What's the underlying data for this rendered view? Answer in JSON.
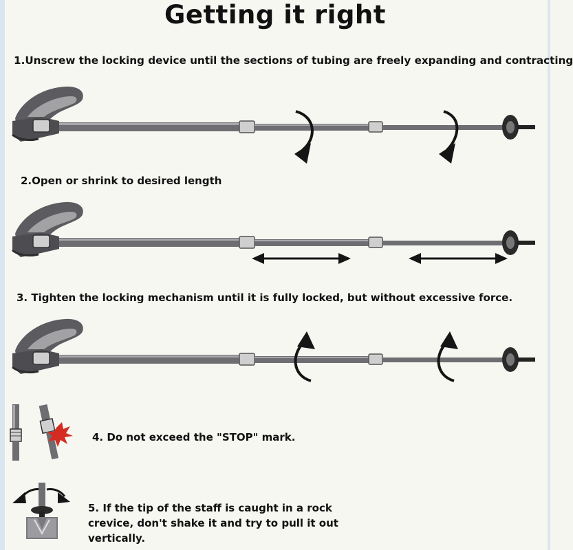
{
  "title": "Getting it right",
  "steps": [
    {
      "text": "1.Unscrew the locking device until the sections of tubing are freely expanding and contracting"
    },
    {
      "text": "2.Open or shrink to desired length"
    },
    {
      "text": "3. Tighten the locking mechanism until it is fully locked, but without excessive force."
    },
    {
      "text": "4. Do not exceed the \"STOP\" mark."
    },
    {
      "text": "5. If the tip of the staff is caught in a rock crevice, don't shake it and try to pull it out vertically."
    }
  ],
  "colors": {
    "background": "#f7f7f2",
    "pole": "#6e6e72",
    "handle": "#5d5d62",
    "arrow": "#151515",
    "burst": "#d42c22"
  },
  "icons": {
    "pole1_arrows": "rotate-down-arrow",
    "pole2_arrows": "double-horizontal-arrow",
    "pole3_arrows": "rotate-up-arrow",
    "step4": "stop-mark-warning-icon",
    "step5": "rock-crevice-icon"
  }
}
